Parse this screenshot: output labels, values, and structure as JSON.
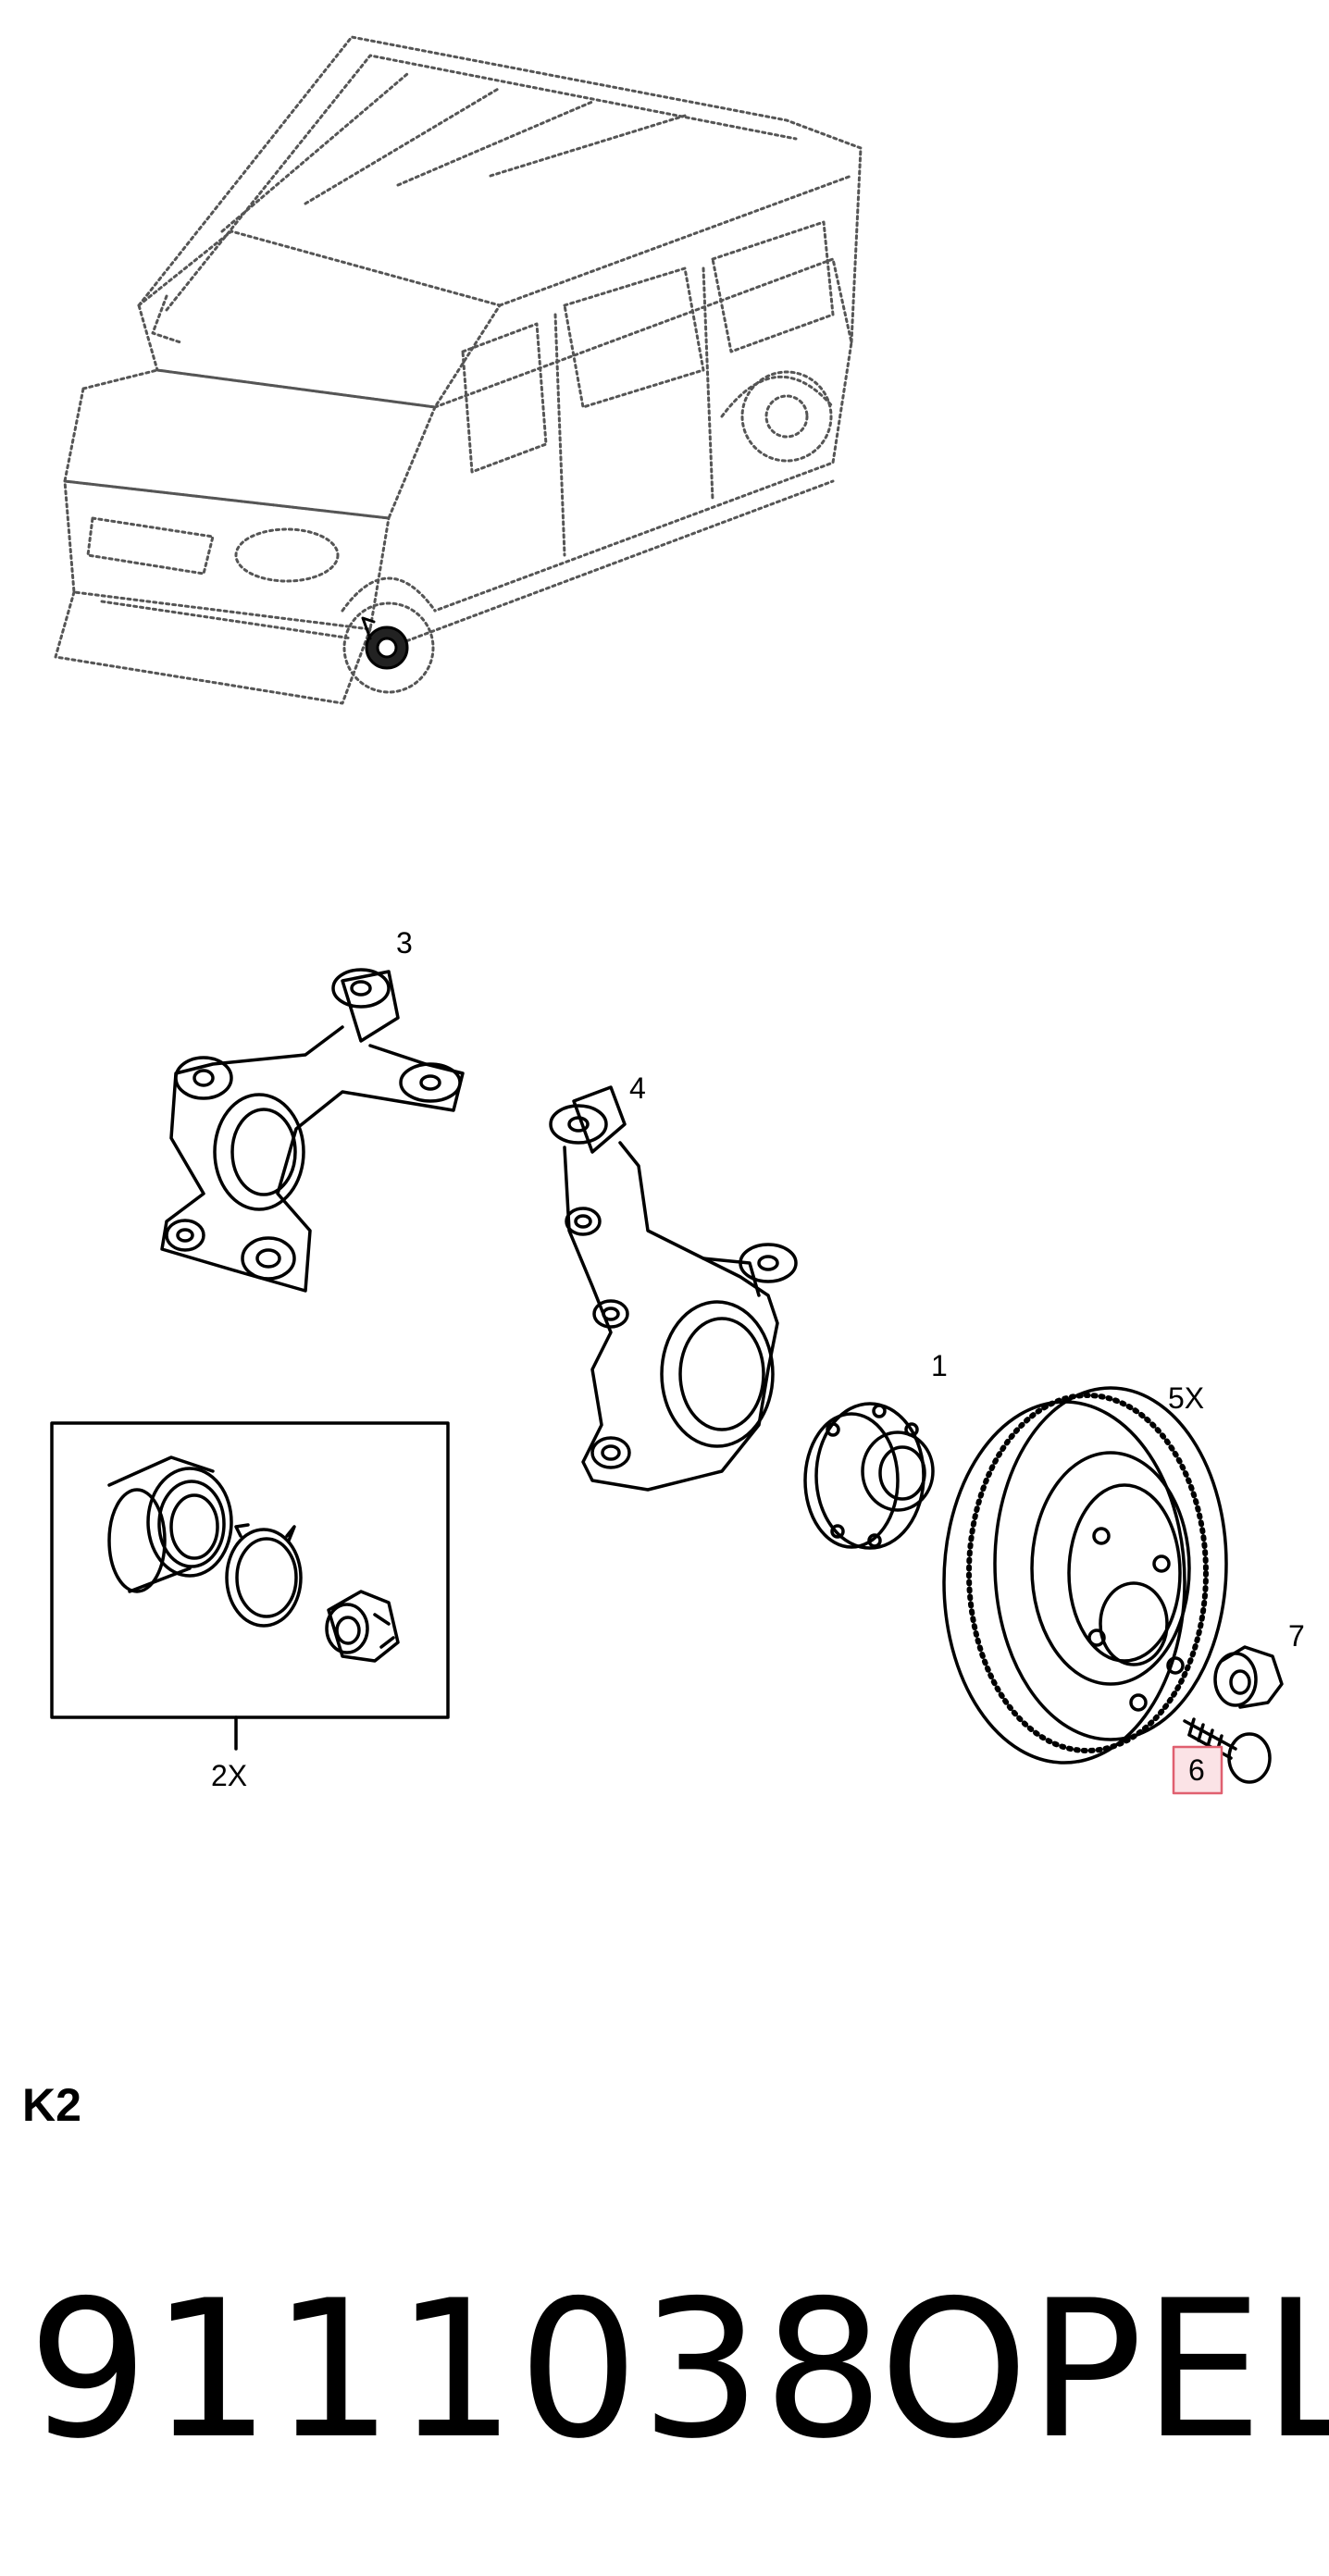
{
  "callouts": {
    "part_1": "1",
    "part_2x": "2X",
    "part_3": "3",
    "part_4": "4",
    "part_5x": "5X",
    "part_6": "6",
    "part_7": "7"
  },
  "group_code": "K2",
  "part_number": "9111038",
  "brand": "OPEL",
  "colors": {
    "line": "#000000",
    "dotted_vehicle": "#555555",
    "highlight_border": "#e06070",
    "highlight_fill": "#fbe3e6"
  }
}
